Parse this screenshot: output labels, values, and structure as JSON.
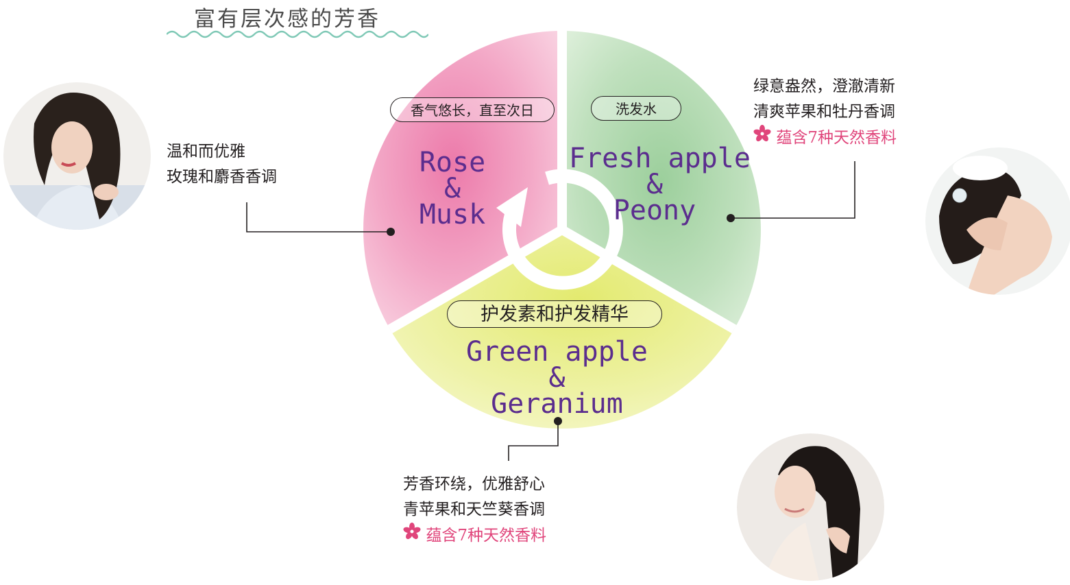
{
  "header": {
    "title": "富有层次感的芳香"
  },
  "colors": {
    "pink": "#f08cb5",
    "green": "#a8d5a8",
    "yellow": "#e6ec80",
    "scent_text": "#5b2d8e",
    "ingredient_text": "#e0457b",
    "wave_line": "#7ec8b5"
  },
  "wheel": {
    "segments": [
      {
        "id": "rose-musk",
        "product_tag": "香气悠长，直至次日",
        "scent_lines": [
          "Rose",
          "&",
          "Musk"
        ]
      },
      {
        "id": "fresh-apple-peony",
        "product_tag": "洗发水",
        "scent_lines": [
          "Fresh apple",
          "&",
          "Peony"
        ]
      },
      {
        "id": "green-apple-geranium",
        "product_tag": "护发素和护发精华",
        "scent_lines": [
          "Green apple",
          "&",
          "Geranium"
        ]
      }
    ]
  },
  "callouts": {
    "rose": {
      "lines": [
        "温和而优雅",
        "玫瑰和麝香香调"
      ]
    },
    "fresh": {
      "lines": [
        "绿意盎然，澄澈清新",
        "清爽苹果和牡丹香调"
      ],
      "ingredient": "蕴含7种天然香料",
      "ingredient_icon": "flower-icon"
    },
    "green": {
      "lines": [
        "芳香环绕，优雅舒心",
        "青苹果和天竺葵香调"
      ],
      "ingredient": "蕴含7种天然香料",
      "ingredient_icon": "flower-icon"
    }
  },
  "photos": [
    {
      "id": "woman-touching-hair",
      "icon": "portrait-photo"
    },
    {
      "id": "woman-shampooing",
      "icon": "portrait-photo"
    },
    {
      "id": "woman-silky-hair",
      "icon": "portrait-photo"
    }
  ]
}
